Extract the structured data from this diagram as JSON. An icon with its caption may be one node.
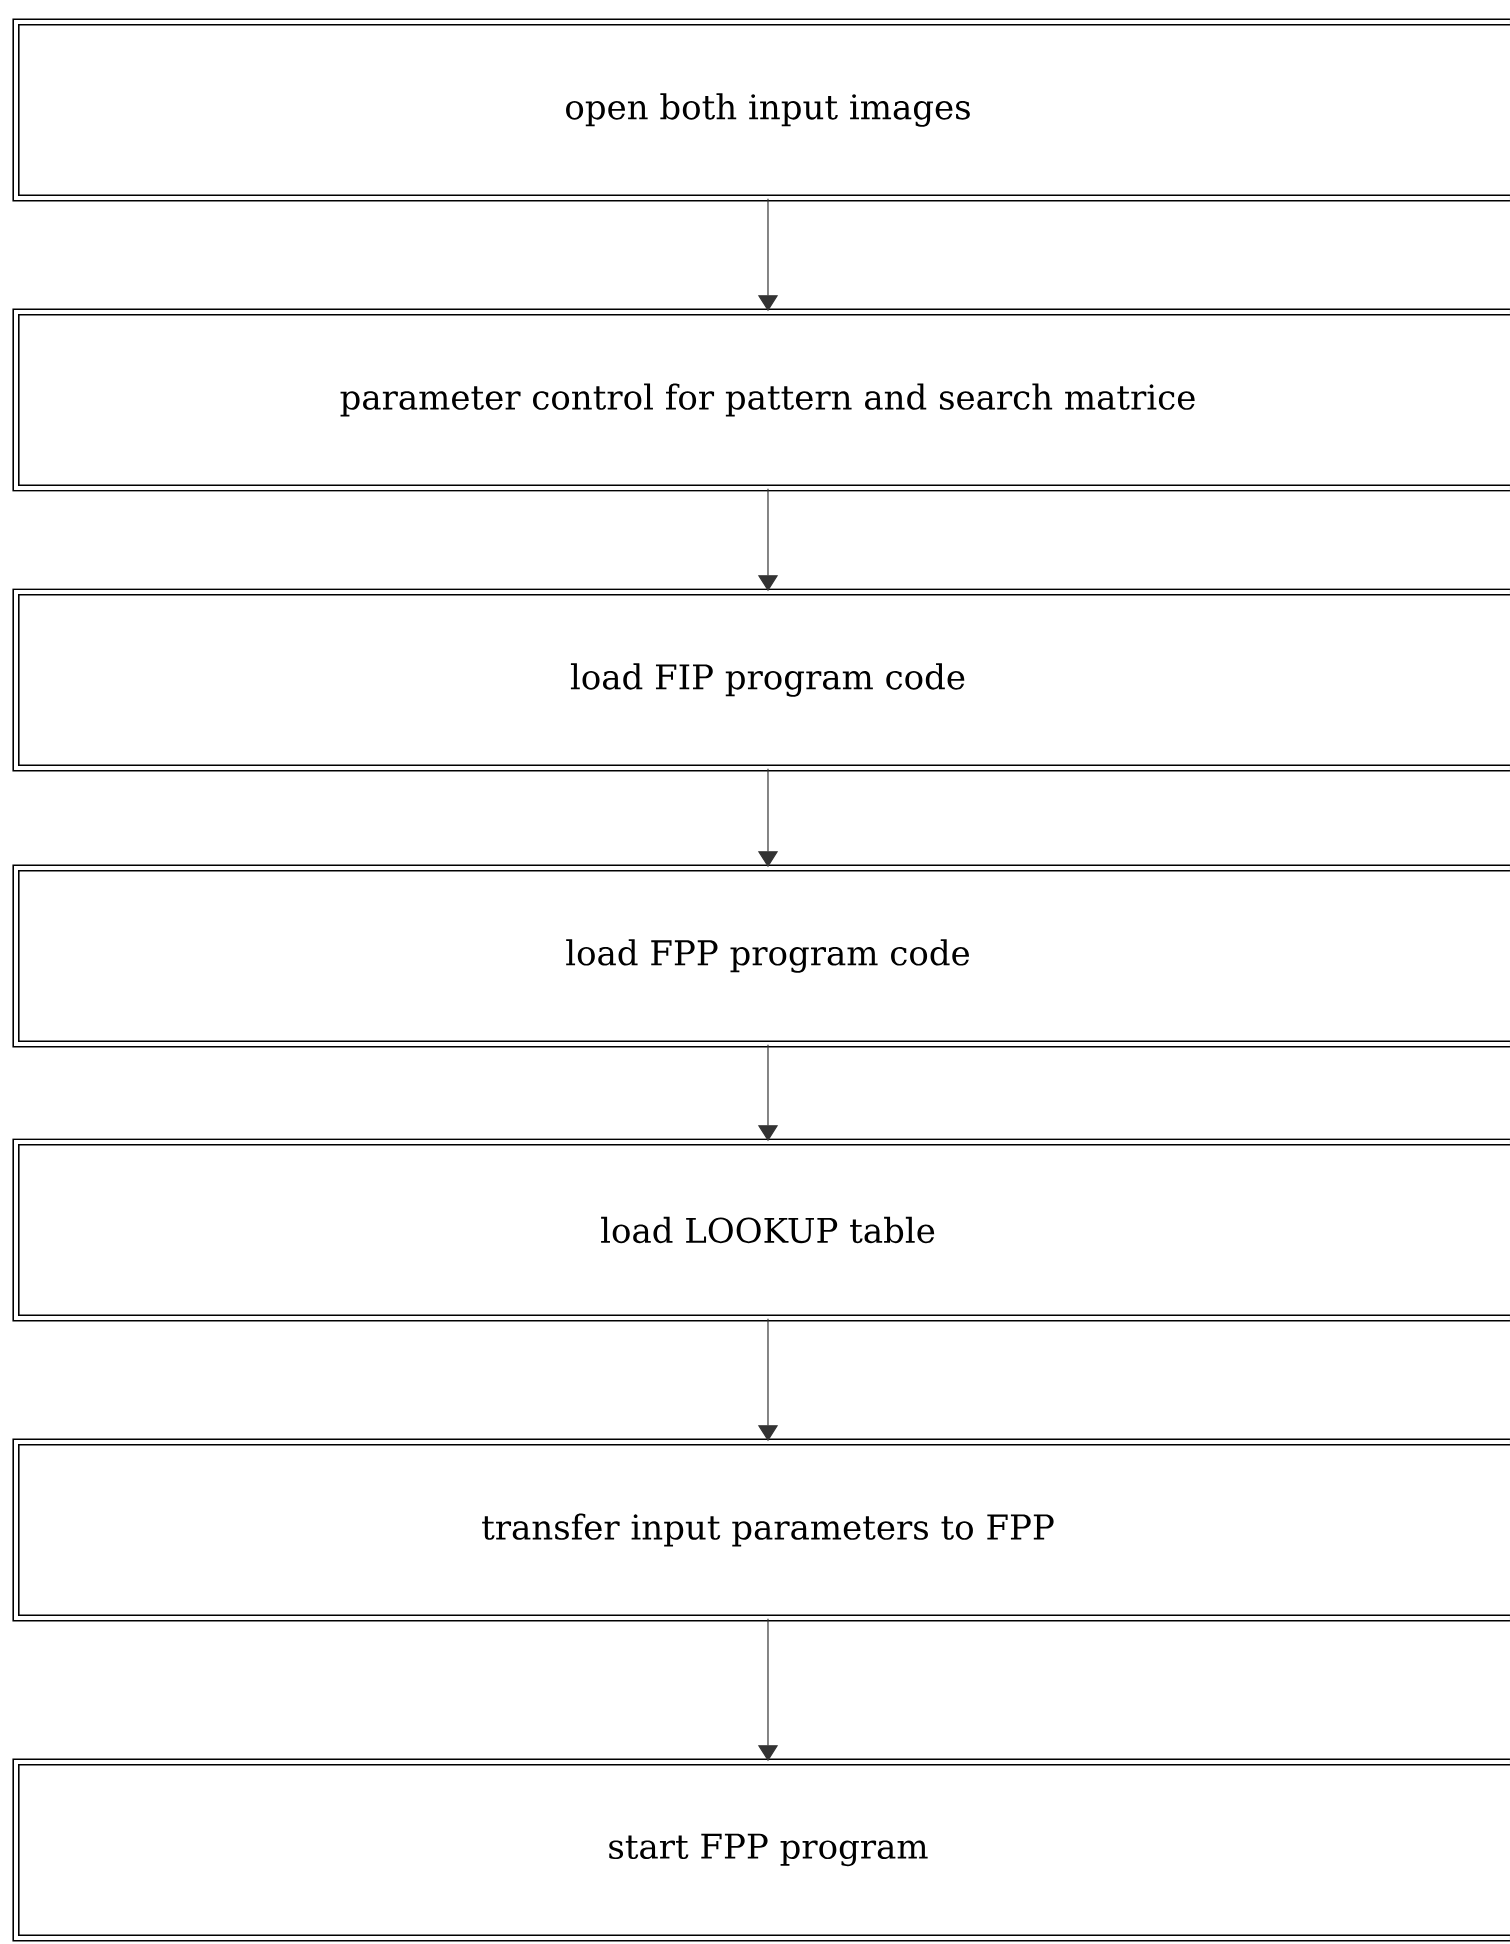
{
  "diagram": {
    "nodes": [
      {
        "text": [
          "open both input images"
        ]
      },
      {
        "text": [
          "parameter control for pattern and search matrice"
        ]
      },
      {
        "text": [
          "load FIP program code"
        ]
      },
      {
        "text": [
          "load FPP program code"
        ]
      },
      {
        "text": [
          "load LOOKUP table"
        ]
      },
      {
        "text": [
          "transfer input parameters to FPP"
        ]
      },
      {
        "text": [
          "start FPP program"
        ]
      }
    ],
    "edges": [
      {
        "from": 0,
        "to": 1,
        "arrow": "to"
      },
      {
        "from": 1,
        "to": 2,
        "arrow": "to"
      },
      {
        "from": 2,
        "to": 3,
        "arrow": "to"
      },
      {
        "from": 3,
        "to": 4,
        "arrow": "to"
      },
      {
        "from": 4,
        "to": 5,
        "arrow": "to"
      },
      {
        "from": 5,
        "to": 6,
        "arrow": "to"
      }
    ]
  }
}
